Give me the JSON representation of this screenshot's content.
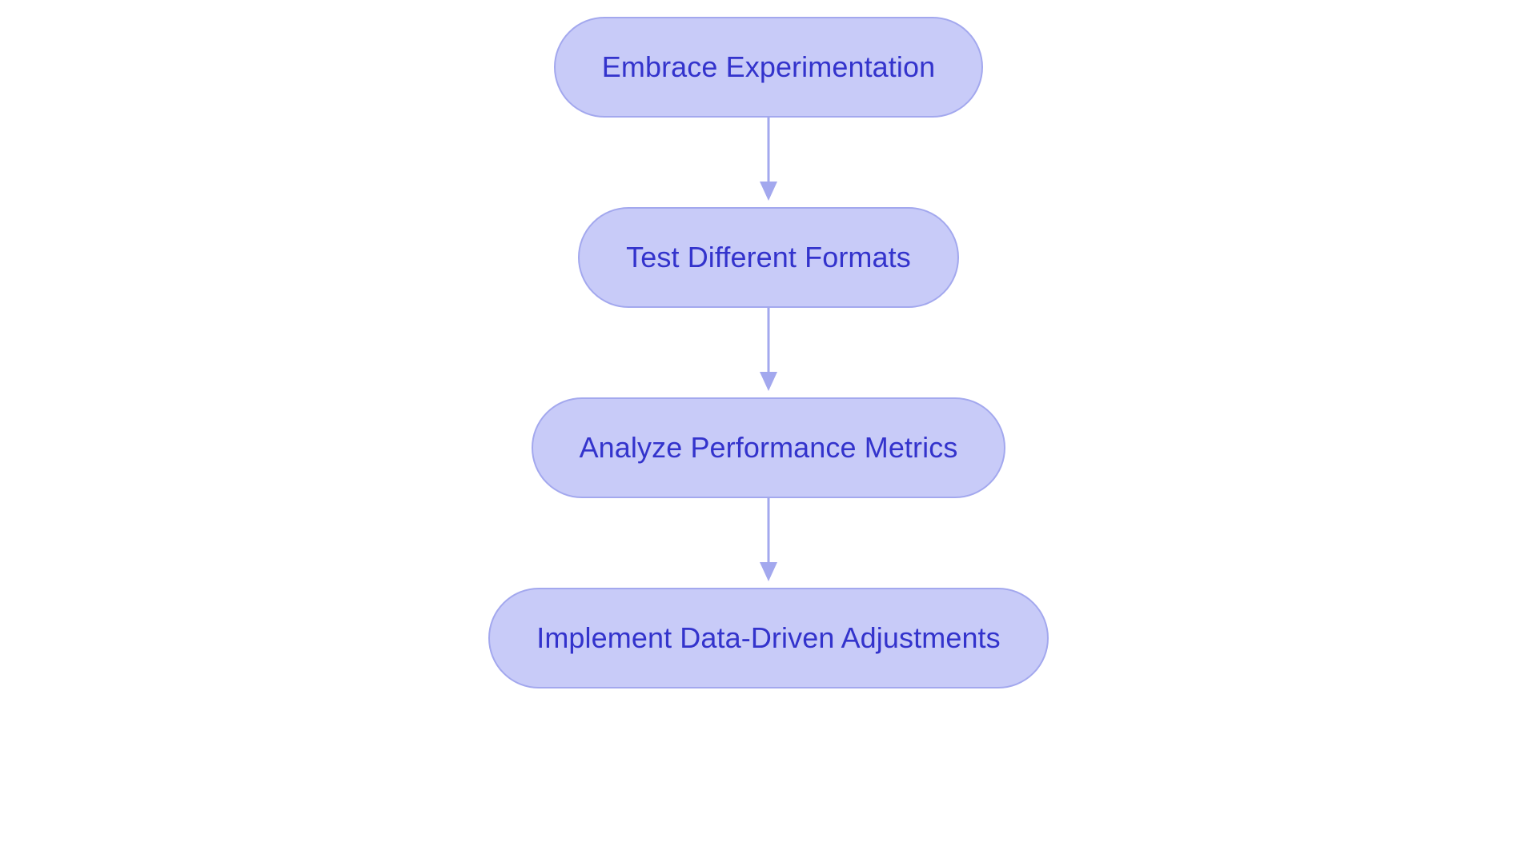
{
  "diagram": {
    "type": "flowchart",
    "orientation": "top-to-bottom",
    "background_color": "#ffffff",
    "node_fill_color": "#c8cbf8",
    "node_border_color": "#a3a8ee",
    "node_text_color": "#3333cc",
    "edge_color": "#a3a8ee",
    "nodes": [
      {
        "id": "node-1",
        "label": "Embrace Experimentation"
      },
      {
        "id": "node-2",
        "label": "Test Different Formats"
      },
      {
        "id": "node-3",
        "label": "Analyze Performance Metrics"
      },
      {
        "id": "node-4",
        "label": "Implement Data-Driven Adjustments"
      }
    ],
    "edges": [
      {
        "id": "edge-1",
        "from": "node-1",
        "to": "node-2",
        "marker": "arrow-down"
      },
      {
        "id": "edge-2",
        "from": "node-2",
        "to": "node-3",
        "marker": "arrow-down"
      },
      {
        "id": "edge-3",
        "from": "node-3",
        "to": "node-4",
        "marker": "arrow-down"
      }
    ]
  }
}
